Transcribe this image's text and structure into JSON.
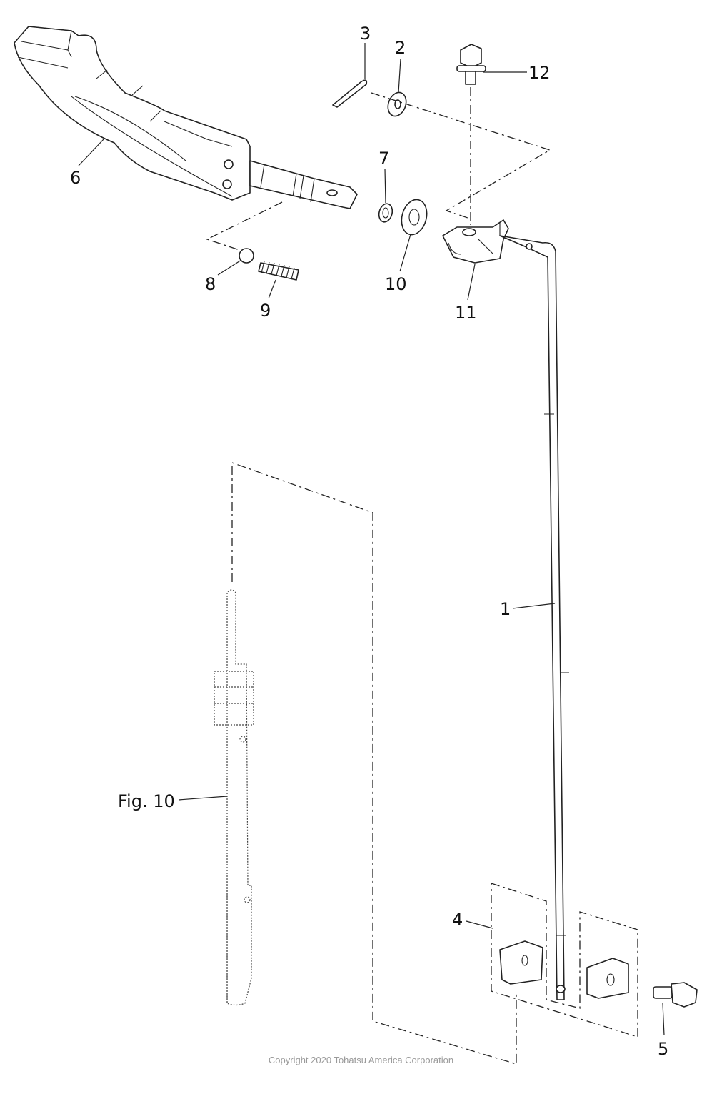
{
  "diagram": {
    "callouts": {
      "p1": "1",
      "p2": "2",
      "p3": "3",
      "p4": "4",
      "p5": "5",
      "p6": "6",
      "p7": "7",
      "p8": "8",
      "p9": "9",
      "p10": "10",
      "p11": "11",
      "p12": "12",
      "fig_ref": "Fig. 10"
    },
    "copyright": "Copyright 2020 Tohatsu America Corporation"
  }
}
